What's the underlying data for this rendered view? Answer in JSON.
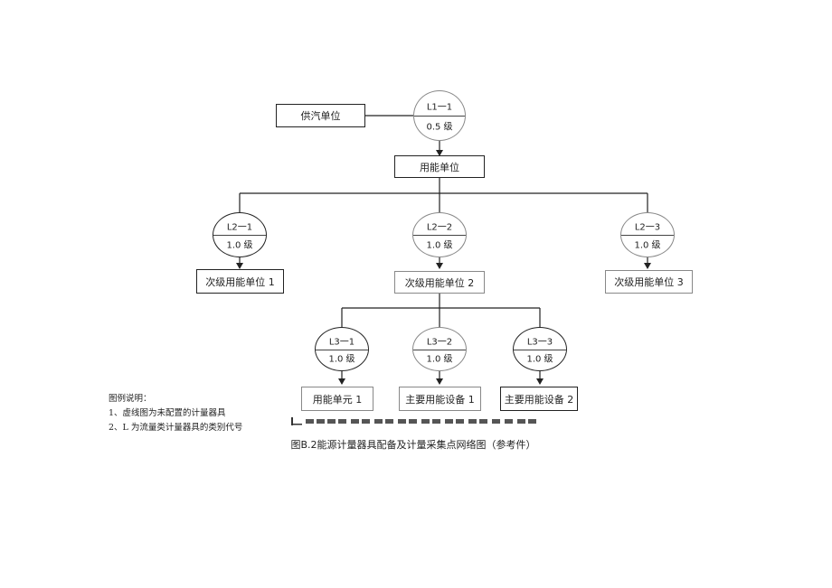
{
  "supply_unit": "供汽单位",
  "main_unit": "用能单位",
  "meters": {
    "l1_1": {
      "code": "L1一1",
      "grade": "0.5 级"
    },
    "l2_1": {
      "code": "L2一1",
      "grade": "1.0 级"
    },
    "l2_2": {
      "code": "L2一2",
      "grade": "1.0 级"
    },
    "l2_3": {
      "code": "L2一3",
      "grade": "1.0 级"
    },
    "l3_1": {
      "code": "L3一1",
      "grade": "1.0 级"
    },
    "l3_2": {
      "code": "L3一2",
      "grade": "1.0 级"
    },
    "l3_3": {
      "code": "L3一3",
      "grade": "1.0 级"
    }
  },
  "sub_units": {
    "u1": "次级用能单位 1",
    "u2": "次级用能单位 2",
    "u3": "次级用能单位 3"
  },
  "end_units": {
    "e1": "用能单元 1",
    "e2": "主要用能设备 1",
    "e3": "主要用能设备 2"
  },
  "legend": {
    "title": "图例说明：",
    "item1": "1、虚线图为未配置的计量器具",
    "item2": "2、L 为流量类计量器具的类别代号"
  },
  "caption": "图B.2能源计量器具配备及计量采集点网络图（参考件）"
}
